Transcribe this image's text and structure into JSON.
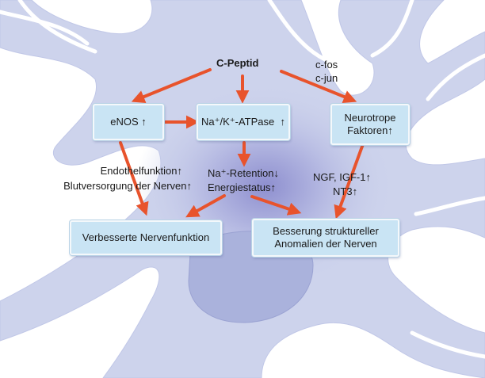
{
  "nodes": {
    "cpeptid": "C-Peptid",
    "cfos": "c-fos",
    "cjun": "c-jun",
    "enos": "eNOS",
    "atpase": "Na⁺/K⁺-ATPase",
    "neurotrope_1": "Neurotrope",
    "neurotrope_2": "Faktoren",
    "endothel": "Endothelfunktion",
    "blut": "Blutversorgung der Nerven",
    "retention": "Na⁺-Retention",
    "energie": "Energiestatus",
    "ngf": "NGF, IGF-1",
    "nt3": "NT3",
    "nervenfunktion": "Verbesserte Nervenfunktion",
    "besserung_1": "Besserung struktureller",
    "besserung_2": "Anomalien der Nerven"
  },
  "symbols": {
    "up": "↑",
    "down": "↓"
  },
  "colors": {
    "arrow": "#e8532c",
    "cell": "#cdd3ec",
    "cell_edge": "#bfc6e6",
    "nucleus": "#a9b0db",
    "box": "#c9e4f4"
  }
}
